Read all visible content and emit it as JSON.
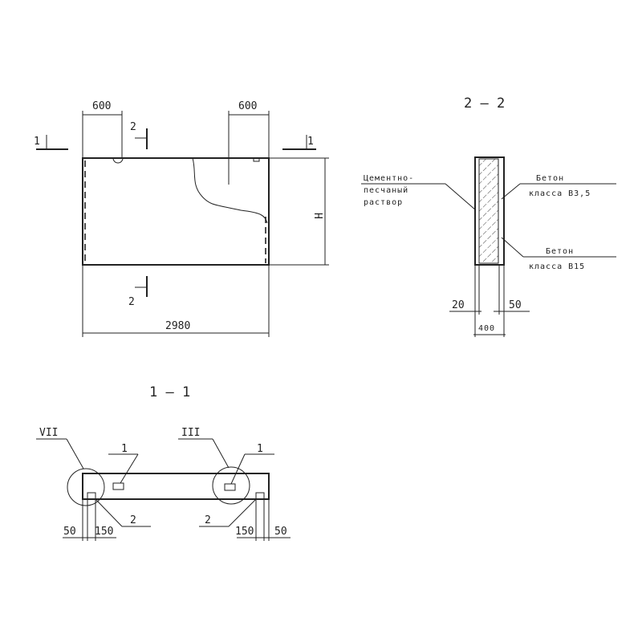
{
  "plan": {
    "dim_left": "600",
    "dim_right": "600",
    "dim_width": "2980",
    "dim_height": "H",
    "section1_left": "1",
    "section1_right": "1",
    "section2_top": "2",
    "section2_bottom": "2"
  },
  "section22": {
    "title": "2 — 2",
    "label_mortar": [
      "Цементно-",
      "песчаный",
      "раствор"
    ],
    "label_concrete_top": [
      "Бетон",
      "класса B3,5"
    ],
    "label_concrete_bottom": [
      "Бетон",
      "класса B15"
    ],
    "dim_left": "20",
    "dim_right": "50",
    "dim_total": "400"
  },
  "section11": {
    "title": "1 — 1",
    "detail_left": "VII",
    "detail_right": "III",
    "callout_1_left": "1",
    "callout_1_right": "1",
    "callout_2_left": "2",
    "callout_2_right": "2",
    "dim_50_left": "50",
    "dim_150_left": "150",
    "dim_150_right": "150",
    "dim_50_right": "50"
  }
}
